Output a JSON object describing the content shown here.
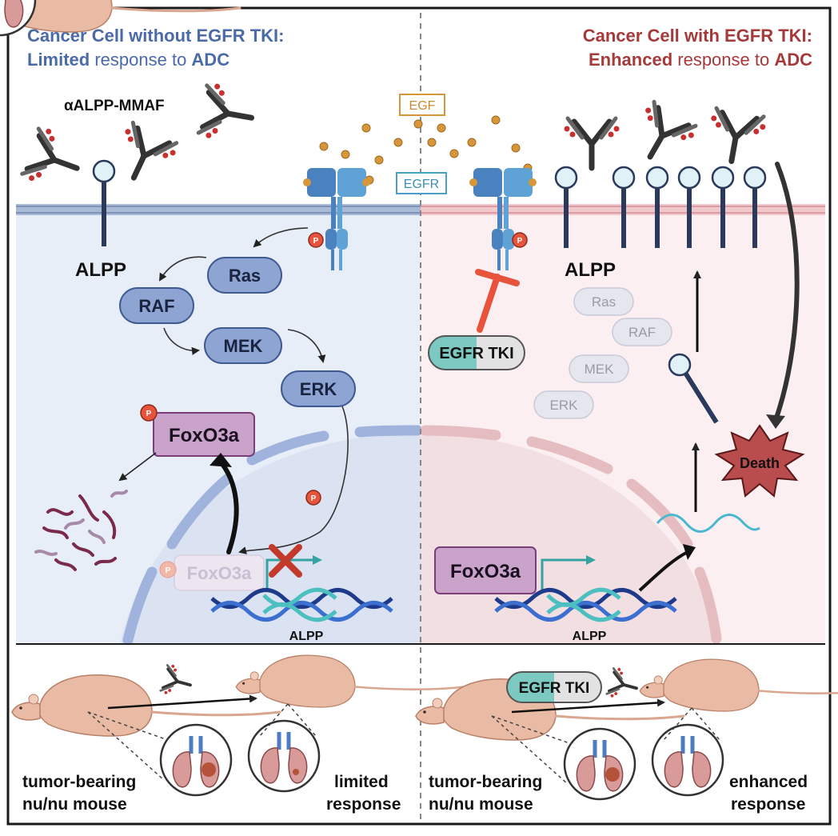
{
  "left": {
    "title_line1": "Cancer Cell without EGFR TKI:",
    "title_line2_bold": "Limited",
    "title_line2_rest": " response to ",
    "title_line2_end": "ADC",
    "adc_label": "αALPP-MMAF",
    "alpp_label": "ALPP",
    "nodes": {
      "ras": "Ras",
      "raf": "RAF",
      "mek": "MEK",
      "erk": "ERK"
    },
    "foxo_p": "FoxO3a",
    "foxo_faded": "FoxO3a",
    "dna_label": "ALPP",
    "mouse_label_1": "tumor-bearing",
    "mouse_label_2": "nu/nu mouse",
    "response_1": "limited",
    "response_2": "response"
  },
  "right": {
    "title_line1": "Cancer Cell with EGFR TKI:",
    "title_line2_bold": "Enhanced",
    "title_line2_rest": " response to ",
    "title_line2_end": "ADC",
    "alpp_label": "ALPP",
    "nodes": {
      "ras": "Ras",
      "raf": "RAF",
      "mek": "MEK",
      "erk": "ERK"
    },
    "tki_label": "EGFR TKI",
    "death_label": "Death",
    "foxo": "FoxO3a",
    "dna_label": "ALPP",
    "mouse_tki_label": "EGFR TKI",
    "mouse_label_1": "tumor-bearing",
    "mouse_label_2": "nu/nu mouse",
    "response_1": "enhanced",
    "response_2": "response"
  },
  "center": {
    "egf_label": "EGF",
    "egfr_label": "EGFR",
    "phospho": "P"
  },
  "colors": {
    "left_title": "#4a6aa8",
    "right_title": "#a63a3a",
    "left_bg": "#e7eef8",
    "right_bg": "#fbeff2",
    "membrane_left": "#9aaecb",
    "membrane_right": "#e9b8bd",
    "node_blue": "#8ea4d2",
    "foxo_purple": "#c9a3c9",
    "death_red": "#b94c4c",
    "egf_orange": "#d8963a"
  }
}
